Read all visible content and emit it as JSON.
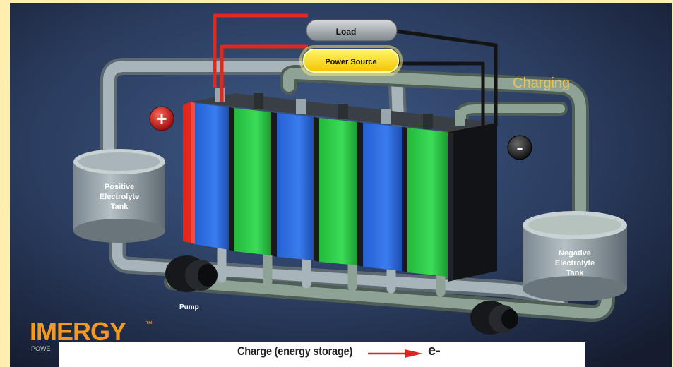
{
  "labels": {
    "load": "Load",
    "power_source": "Power Source",
    "mode": "Charging",
    "positive_tank": [
      "Positive",
      "Electrolyte",
      "Tank"
    ],
    "negative_tank": [
      "Negative",
      "Electrolyte",
      "Tank"
    ],
    "pump": "Pump",
    "plus_symbol": "+",
    "minus_symbol": "-"
  },
  "brand": {
    "name": "IMERGY",
    "tm": "™",
    "tagline_fragment": "POWE"
  },
  "caption": {
    "text": "Charge (energy storage)",
    "electron": "e-"
  },
  "colors": {
    "background_page": "#ffeeb0",
    "scene_dark": "#1a2338",
    "scene_light": "#3d5680",
    "cell_blue": "#2f6fe0",
    "cell_green": "#2fd04a",
    "wire_red": "#e0281e",
    "wire_black": "#141414",
    "charging_text": "#e8c35a",
    "brand_orange": "#f29a1f",
    "power_source_yellow": "#ffe200",
    "caption_arrow": "#e32222"
  }
}
